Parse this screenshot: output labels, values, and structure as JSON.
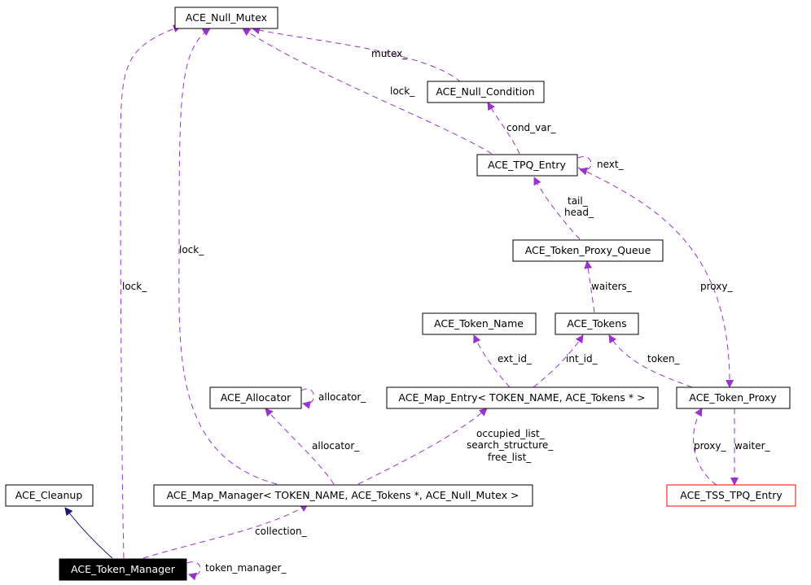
{
  "colors": {
    "usage_edge": "#9a32cd",
    "inherit_edge": "#191970",
    "focus_fill": "#000000",
    "missing_border": "#ff0000"
  },
  "nodes": {
    "null_mutex": "ACE_Null_Mutex",
    "null_condition": "ACE_Null_Condition",
    "tpq_entry": "ACE_TPQ_Entry",
    "token_proxy_queue": "ACE_Token_Proxy_Queue",
    "token_name": "ACE_Token_Name",
    "tokens": "ACE_Tokens",
    "allocator": "ACE_Allocator",
    "map_entry": "ACE_Map_Entry< TOKEN_NAME, ACE_Tokens * >",
    "token_proxy": "ACE_Token_Proxy",
    "cleanup": "ACE_Cleanup",
    "map_manager": "ACE_Map_Manager< TOKEN_NAME, ACE_Tokens *, ACE_Null_Mutex >",
    "tss_tpq_entry": "ACE_TSS_TPQ_Entry",
    "token_manager": "ACE_Token_Manager"
  },
  "edge_labels": {
    "mutex": "mutex_",
    "lock_condition": "lock_",
    "cond_var": "cond_var_",
    "next": "next_",
    "tail": "tail_",
    "head": "head_",
    "waiters": "waiters_",
    "proxy_tpq": "proxy_",
    "ext_id": "ext_id_",
    "int_id": "int_id_",
    "token": "token_",
    "allocator_self": "allocator_",
    "allocator_map": "allocator_",
    "lock_map": "lock_",
    "lock_manager": "lock_",
    "occupied_list": "occupied_list_",
    "search_structure": "search_structure_",
    "free_list": "free_list_",
    "proxy_tss": "proxy_",
    "waiter": "waiter_",
    "collection": "collection_",
    "token_manager_self": "token_manager_"
  }
}
